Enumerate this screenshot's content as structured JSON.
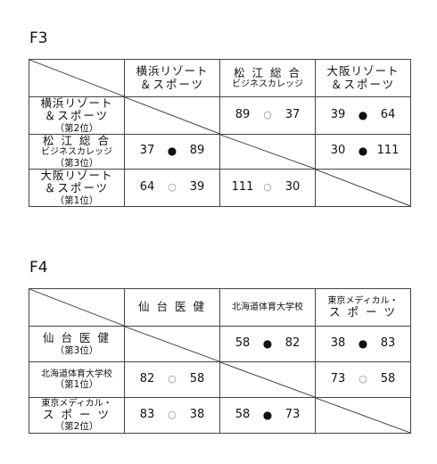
{
  "groups": [
    {
      "title": "F3",
      "teams": [
        {
          "name1": "横浜リゾート",
          "name2": "＆スポーツ",
          "rank": "（第2位）"
        },
        {
          "name1": "松 江 総 合",
          "name2": "ビジネスカレッジ",
          "rank": "（第3位）"
        },
        {
          "name1": "大阪リゾート",
          "name2": "＆スポーツ",
          "rank": "（第1位）"
        }
      ],
      "results": [
        [
          "",
          {
            "l": "89",
            "m": "○",
            "r": "37"
          },
          {
            "l": "39",
            "m": "●",
            "r": "64"
          }
        ],
        [
          {
            "l": "37",
            "m": "●",
            "r": "89"
          },
          "",
          {
            "l": "30",
            "m": "●",
            "r": "111"
          }
        ],
        [
          {
            "l": "64",
            "m": "○",
            "r": "39"
          },
          {
            "l": "111",
            "m": "○",
            "r": "30"
          },
          ""
        ]
      ]
    },
    {
      "title": "F4",
      "teams": [
        {
          "name1": "仙 台 医 健",
          "name2": "",
          "rank": "（第3位）"
        },
        {
          "name1": "北海道体育大学校",
          "name2": "",
          "rank": "（第1位）"
        },
        {
          "name1": "東京メディカル・",
          "name2": "ス ポ ー ツ",
          "rank": "（第2位）"
        }
      ],
      "results": [
        [
          "",
          {
            "l": "58",
            "m": "●",
            "r": "82"
          },
          {
            "l": "38",
            "m": "●",
            "r": "83"
          }
        ],
        [
          {
            "l": "82",
            "m": "○",
            "r": "58"
          },
          "",
          {
            "l": "73",
            "m": "○",
            "r": "58"
          }
        ],
        [
          {
            "l": "83",
            "m": "○",
            "r": "38"
          },
          {
            "l": "58",
            "m": "●",
            "r": "73"
          },
          ""
        ]
      ]
    }
  ]
}
